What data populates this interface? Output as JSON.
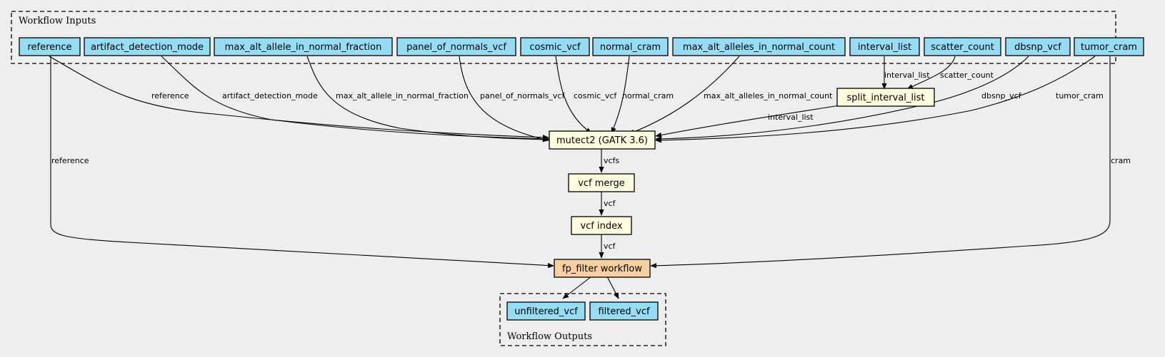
{
  "clusters": {
    "inputs": "Workflow Inputs",
    "outputs": "Workflow Outputs"
  },
  "colors": {
    "input": "#94ddf4",
    "step": "#ffffe0",
    "subworkflow": "#f7d0a0",
    "background": "#eeeeee"
  },
  "nodes": {
    "reference": "reference",
    "artifact_detection_mode": "artifact_detection_mode",
    "max_alt_allele_in_normal_fraction": "max_alt_allele_in_normal_fraction",
    "panel_of_normals_vcf": "panel_of_normals_vcf",
    "cosmic_vcf": "cosmic_vcf",
    "normal_cram": "normal_cram",
    "max_alt_alleles_in_normal_count": "max_alt_alleles_in_normal_count",
    "interval_list": "interval_list",
    "scatter_count": "scatter_count",
    "dbsnp_vcf": "dbsnp_vcf",
    "tumor_cram": "tumor_cram",
    "split_interval_list": "split_interval_list",
    "mutect2": "mutect2 (GATK 3.6)",
    "vcf_merge": "vcf merge",
    "vcf_index": "vcf index",
    "fp_filter": "fp_filter workflow",
    "unfiltered_vcf": "unfiltered_vcf",
    "filtered_vcf": "filtered_vcf"
  },
  "edges": {
    "reference_to_mutect2": "reference",
    "artifact_to_mutect2": "artifact_detection_mode",
    "maxfrac_to_mutect2": "max_alt_allele_in_normal_fraction",
    "pon_to_mutect2": "panel_of_normals_vcf",
    "cosmic_to_mutect2": "cosmic_vcf",
    "normal_to_mutect2": "normal_cram",
    "maxcount_to_mutect2": "max_alt_alleles_in_normal_count",
    "interval_to_split": "interval_list",
    "scatter_to_split": "scatter_count",
    "split_to_mutect2": "interval_list",
    "dbsnp_to_mutect2": "dbsnp_vcf",
    "tumor_to_mutect2": "tumor_cram",
    "mutect2_to_merge": "vcfs",
    "merge_to_index": "vcf",
    "index_to_filter": "vcf",
    "reference_to_filter": "reference",
    "tumor_to_filter": "cram"
  }
}
